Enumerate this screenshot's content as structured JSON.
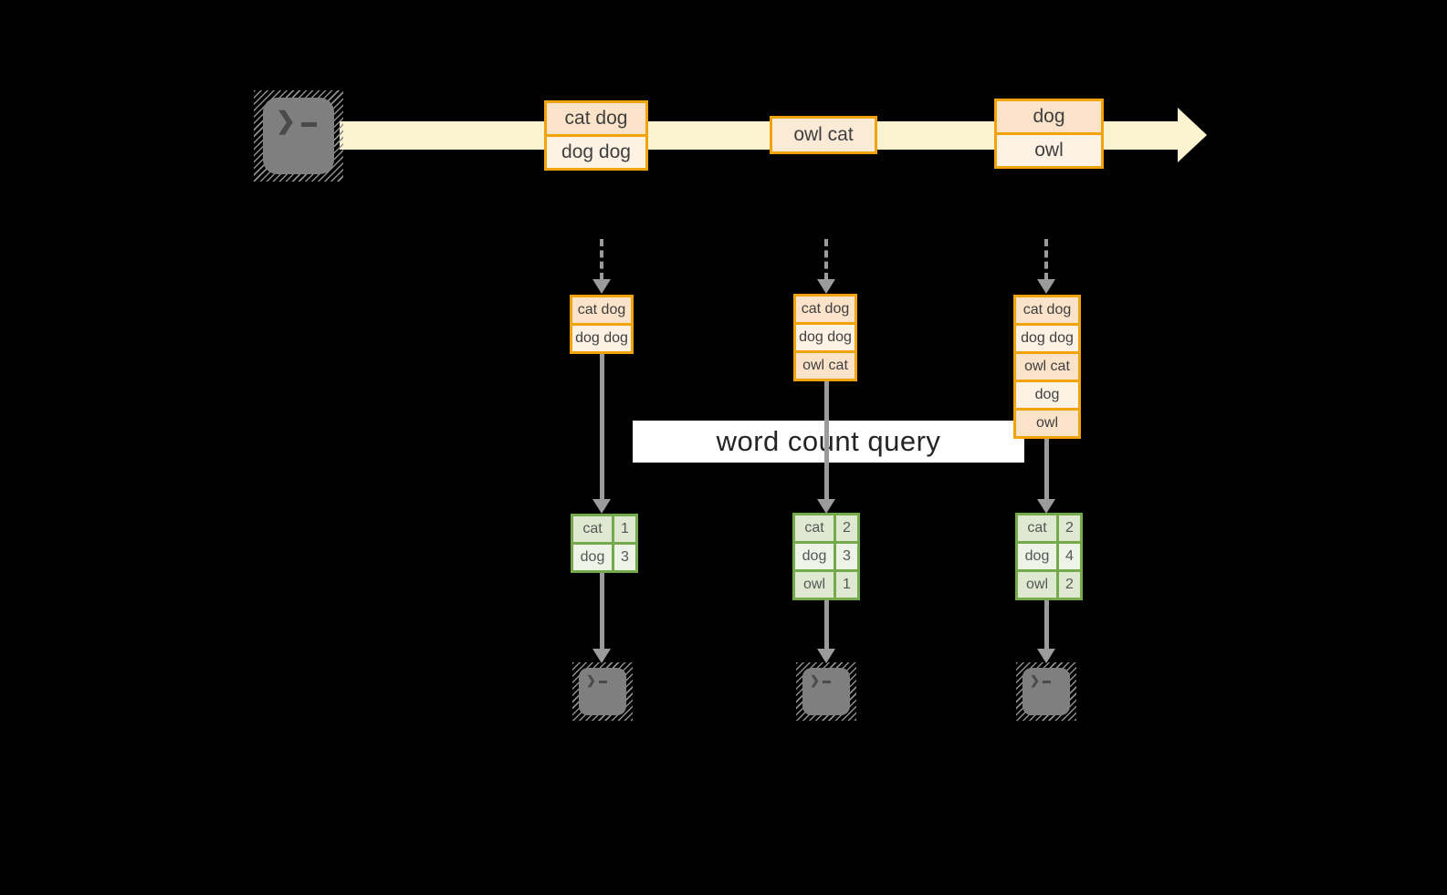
{
  "query_label": "word count query",
  "terminal_prompt": "❯",
  "stream": {
    "batches": [
      {
        "lines": [
          "cat dog",
          "dog dog"
        ]
      },
      {
        "lines": [
          "owl cat"
        ]
      },
      {
        "lines": [
          "dog",
          "owl"
        ]
      }
    ]
  },
  "columns": [
    {
      "accumulated": [
        "cat dog",
        "dog dog"
      ],
      "counts": [
        {
          "word": "cat",
          "count": "1"
        },
        {
          "word": "dog",
          "count": "3"
        }
      ]
    },
    {
      "accumulated": [
        "cat dog",
        "dog dog",
        "owl cat"
      ],
      "counts": [
        {
          "word": "cat",
          "count": "2"
        },
        {
          "word": "dog",
          "count": "3"
        },
        {
          "word": "owl",
          "count": "1"
        }
      ]
    },
    {
      "accumulated": [
        "cat dog",
        "dog dog",
        "owl cat",
        "dog",
        "owl"
      ],
      "counts": [
        {
          "word": "cat",
          "count": "2"
        },
        {
          "word": "dog",
          "count": "4"
        },
        {
          "word": "owl",
          "count": "2"
        }
      ]
    }
  ],
  "colors": {
    "stream_band": "#fcf3d1",
    "orange_border": "#f0a30a",
    "cell_peach": "#fae3c9",
    "cell_cream": "#fdf2e4",
    "green_border": "#74aa4c",
    "green_cell_dark": "#dfe9d2",
    "green_cell_light": "#eef3e8",
    "arrow_gray": "#9b9b9b",
    "terminal_gray": "#7f7f7f",
    "banner_white": "#ffffff"
  }
}
